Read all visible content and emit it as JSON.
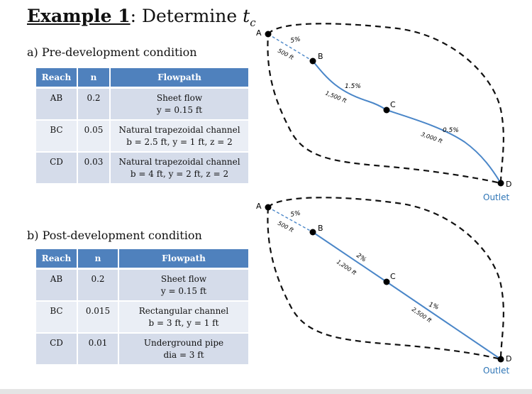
{
  "title": {
    "bold": "Example 1",
    "rest": ": Determine ",
    "var": "t",
    "sub": "c"
  },
  "pre": {
    "heading": "a) Pre-development condition",
    "headers": [
      "Reach",
      "n",
      "Flowpath"
    ],
    "rows": [
      {
        "reach": "AB",
        "n": "0.2",
        "flow1": "Sheet flow",
        "flow2": "y = 0.15 ft"
      },
      {
        "reach": "BC",
        "n": "0.05",
        "flow1": "Natural trapezoidal channel",
        "flow2": "b = 2.5 ft, y = 1 ft, z = 2"
      },
      {
        "reach": "CD",
        "n": "0.03",
        "flow1": "Natural trapezoidal channel",
        "flow2": "b = 4 ft, y = 2 ft, z = 2"
      }
    ]
  },
  "post": {
    "heading": "b) Post-development condition",
    "headers": [
      "Reach",
      "n",
      "Flowpath"
    ],
    "rows": [
      {
        "reach": "AB",
        "n": "0.2",
        "flow1": "Sheet flow",
        "flow2": "y = 0.15 ft"
      },
      {
        "reach": "BC",
        "n": "0.015",
        "flow1": "Rectangular channel",
        "flow2": "b = 3 ft, y = 1 ft"
      },
      {
        "reach": "CD",
        "n": "0.01",
        "flow1": "Underground pipe",
        "flow2": "dia = 3 ft"
      }
    ]
  },
  "diagram_pre": {
    "points": [
      "A",
      "B",
      "C",
      "D"
    ],
    "outlet": "Outlet",
    "ab_slope": "5%",
    "ab_length": "500 ft",
    "bc_slope": "1.5%",
    "bc_length": "1,500 ft",
    "cd_slope": "0.5%",
    "cd_length": "3,000 ft"
  },
  "diagram_post": {
    "points": [
      "A",
      "B",
      "C",
      "D"
    ],
    "outlet": "Outlet",
    "ab_slope": "5%",
    "ab_length": "500 ft",
    "bc_slope": "2%",
    "bc_length": "1,200 ft",
    "cd_slope": "1%",
    "cd_length": "2,500 ft"
  },
  "colors": {
    "header": "#4f81bd",
    "row": "#d5dcea",
    "row_alt": "#eaeef5",
    "flow_line": "#4a86c8",
    "outlet": "#2e75b6"
  }
}
